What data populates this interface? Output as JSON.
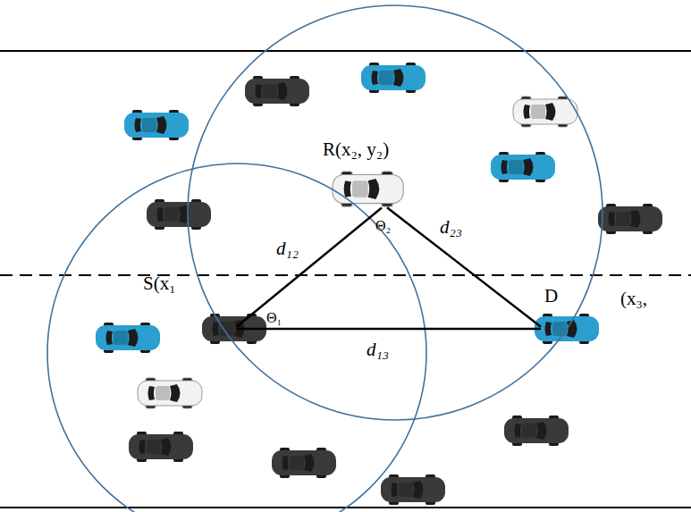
{
  "diagram": {
    "nodes": [
      {
        "text": [
          "S(x₁"
        ]
      },
      {
        "text": [
          "R(x₂, y₂)"
        ]
      },
      {
        "text": [
          "D"
        ]
      }
    ],
    "edges": [
      {
        "from": 0,
        "to": 1,
        "arrow": "none",
        "label": "d₁₂"
      },
      {
        "from": 1,
        "to": 2,
        "arrow": "none",
        "label": "d₂₃"
      },
      {
        "from": 0,
        "to": 2,
        "arrow": "none",
        "label": "d₁₃"
      }
    ],
    "labels": [
      "Θ₁",
      "Θ₂",
      "(x₃,"
    ]
  }
}
